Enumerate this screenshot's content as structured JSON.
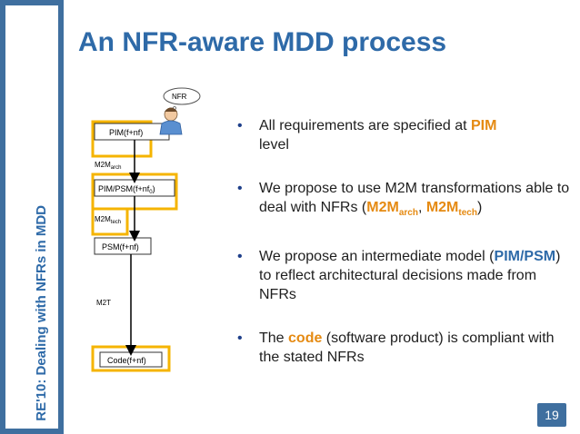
{
  "sidebar": {
    "label": "RE'10: Dealing with NFRs in MDD"
  },
  "slide": {
    "title": "An NFR-aware MDD process",
    "page_number": "19"
  },
  "diagram": {
    "nfr_bubble": "NFR",
    "pim": "PIM(f+nf)",
    "m2m_arch_base": "M2M",
    "m2m_arch_sub": "arch",
    "pim_psm": "PIM/PSM(f+nf",
    "pim_psm_sub": "0",
    "pim_psm_close": ")",
    "m2m_tech_base": "M2M",
    "m2m_tech_sub": "tech",
    "psm": "PSM(f+nf)",
    "m2t": "M2T",
    "code": "Code(f+nf)",
    "accent_color": "#f5b400"
  },
  "bullets": [
    {
      "parts": [
        {
          "text": "All requirements are specified at ",
          "style": "normal"
        },
        {
          "text": "PIM",
          "style": "orange"
        },
        {
          "text": " level",
          "style": "normal"
        }
      ]
    },
    {
      "parts": [
        {
          "text": "We propose to use M2M transformations able to deal with NFRs (",
          "style": "normal"
        },
        {
          "text": "M2M",
          "style": "orange"
        },
        {
          "text": "arch",
          "style": "orange-sub"
        },
        {
          "text": ", ",
          "style": "normal"
        },
        {
          "text": "M2M",
          "style": "orange"
        },
        {
          "text": "tech",
          "style": "orange-sub"
        },
        {
          "text": ")",
          "style": "normal"
        }
      ]
    },
    {
      "parts": [
        {
          "text": "We propose an intermediate model (",
          "style": "normal"
        },
        {
          "text": "PIM/PSM",
          "style": "orange"
        },
        {
          "text": ")  to reflect architectural decisions made from NFRs",
          "style": "normal"
        }
      ]
    },
    {
      "parts": [
        {
          "text": "The ",
          "style": "normal"
        },
        {
          "text": "code",
          "style": "orange"
        },
        {
          "text": " (software product) is compliant with the stated NFRs",
          "style": "normal"
        }
      ]
    }
  ]
}
